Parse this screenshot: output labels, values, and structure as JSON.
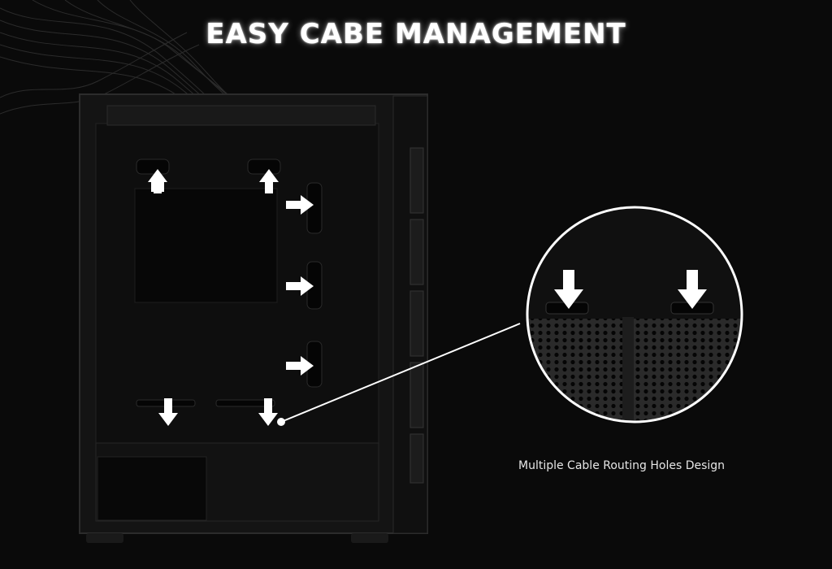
{
  "headline": "EASY CABE MANAGEMENT",
  "caption": "Multiple Cable Routing Holes Design",
  "colors": {
    "background": "#0a0a0a",
    "case_body": "#141414",
    "case_edge": "#2a2a2a",
    "arrow": "#ffffff",
    "callout": "#ffffff"
  },
  "icons": {
    "arrow": "white-arrow-icon",
    "chassis": "pc-case-illustration"
  }
}
